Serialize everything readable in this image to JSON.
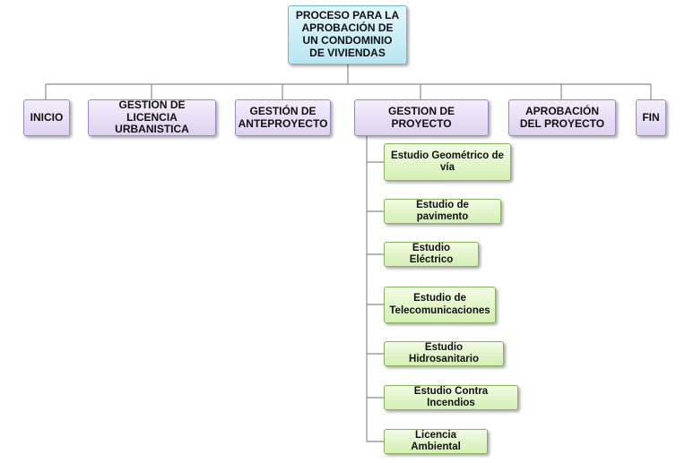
{
  "root": {
    "label": "PROCESO PARA LA APROBACIÓN DE UN CONDOMINIO DE VIVIENDAS"
  },
  "phases": [
    {
      "label": "INICIO"
    },
    {
      "label": "GESTION DE LICENCIA URBANISTICA"
    },
    {
      "label": "GESTIÓN DE ANTEPROYECTO"
    },
    {
      "label": "GESTION DE PROYECTO"
    },
    {
      "label": "APROBACIÓN DEL PROYECTO"
    },
    {
      "label": "FIN"
    }
  ],
  "project_tasks": [
    {
      "label": "Estudio Geométrico de vía"
    },
    {
      "label": "Estudio de pavimento"
    },
    {
      "label": "Estudio Eléctrico"
    },
    {
      "label": "Estudio de Telecomunicaciones"
    },
    {
      "label": "Estudio Hidrosanitario"
    },
    {
      "label": "Estudio Contra Incendios"
    },
    {
      "label": "Licencia Ambiental"
    }
  ],
  "colors": {
    "connector": "#8c8c8c",
    "root_fill": "#c6ebf5",
    "phase_fill": "#e6dcf3",
    "task_fill": "#def3c6"
  }
}
